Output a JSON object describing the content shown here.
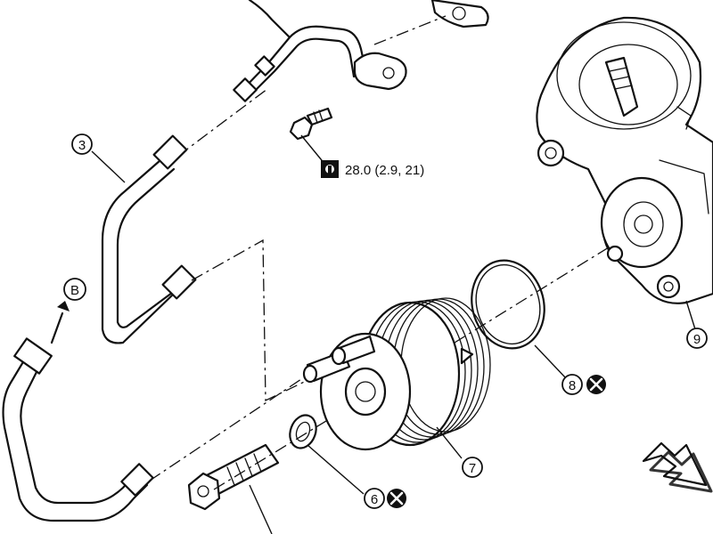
{
  "callouts": {
    "hose_upper": "3",
    "bolt": "",
    "gasket_small": "6",
    "oil_cooler": "7",
    "o_ring": "8",
    "housing": "9",
    "arrow_ref": "B"
  },
  "torque": {
    "spec": "28.0 (2.9, 21)"
  },
  "colors": {
    "line": "#111111",
    "background": "#ffffff"
  },
  "icons": {
    "torque_symbol": "torque-wrench-icon",
    "replace_symbol": "do-not-reuse-icon",
    "front_arrow": "front-direction-arrow-icon"
  }
}
